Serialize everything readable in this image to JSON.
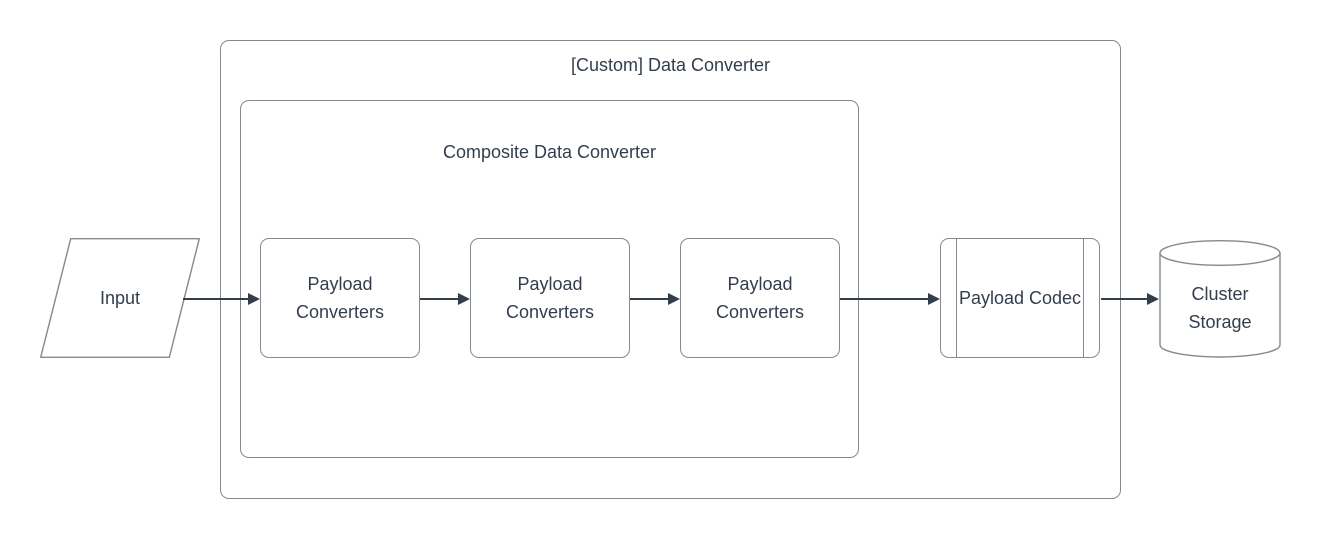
{
  "diagram": {
    "outer_container": {
      "title": "[Custom] Data Converter"
    },
    "inner_container": {
      "title": "Composite Data Converter"
    },
    "nodes": {
      "input": {
        "label": "Input",
        "shape": "parallelogram"
      },
      "payload_converters_1": {
        "label": "Payload Converters",
        "shape": "rounded-rectangle"
      },
      "payload_converters_2": {
        "label": "Payload Converters",
        "shape": "rounded-rectangle"
      },
      "payload_converters_3": {
        "label": "Payload Converters",
        "shape": "rounded-rectangle"
      },
      "payload_codec": {
        "label": "Payload Codec",
        "shape": "subroutine"
      },
      "cluster_storage": {
        "label": "Cluster Storage",
        "shape": "cylinder"
      }
    },
    "flow": "input -> payload_converters_1 -> payload_converters_2 -> payload_converters_3 -> payload_codec -> cluster_storage",
    "colors": {
      "stroke": "#85898f",
      "arrow": "#333e4b",
      "text": "#333e4c",
      "bg": "#ffffff"
    }
  }
}
